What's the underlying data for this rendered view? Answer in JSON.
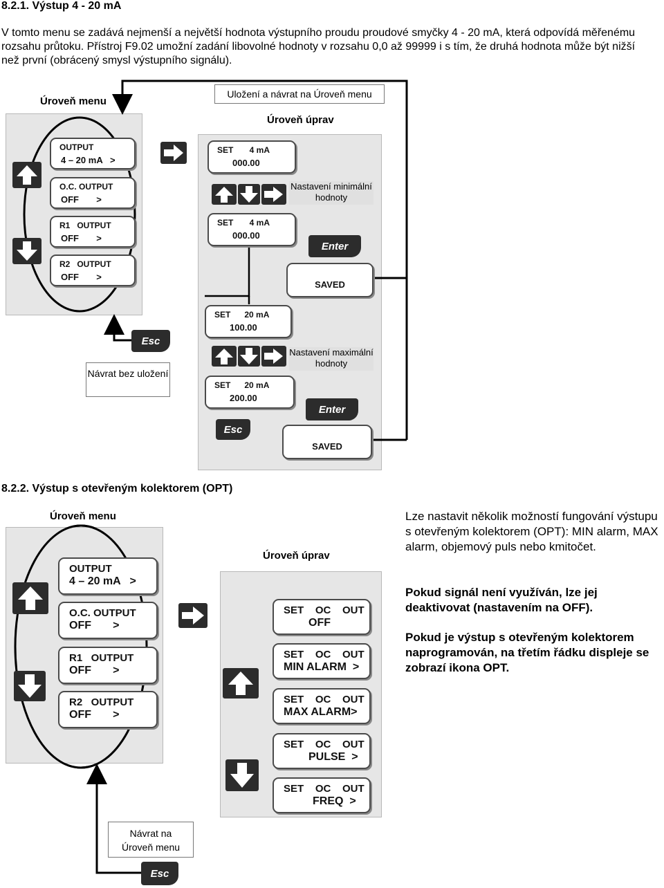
{
  "section1": {
    "heading": "8.2.1. Výstup 4 - 20 mA",
    "paragraph": "V tomto menu se zadává nejmenší a největší hodnota výstupního proudu proudové smyčky 4 - 20 mA, která odpovídá měřenému rozsahu průtoku. Přístroj F9.02 umožní zadání libovolné hodnoty v rozsahu 0,0 až 99999 i s tím, že druhá hodnota může být nižší než první (obrácený smysl výstupního signálu).",
    "menu_level": "Úroveň menu",
    "save_return": "Uložení a návrat na Úroveň menu",
    "edit_level": "Úroveň úprav",
    "menu_items": [
      {
        "l1": "OUTPUT",
        "l2": "4 – 20 mA   >"
      },
      {
        "l1": "O.C. OUTPUT",
        "l2": "OFF       >"
      },
      {
        "l1": "R1   OUTPUT",
        "l2": "OFF       >"
      },
      {
        "l1": "R2   OUTPUT",
        "l2": "OFF       >"
      }
    ],
    "set_displays": [
      {
        "l1": "SET       4 mA",
        "l2": "000.00"
      },
      {
        "l1": "SET       4 mA",
        "l2": "000.00"
      },
      {
        "l1": "SET      20 mA",
        "l2": "100.00"
      },
      {
        "l1": "SET      20 mA",
        "l2": "200.00"
      }
    ],
    "saved": "SAVED",
    "min_note": "Nastavení minimální hodnoty",
    "max_note": "Nastavení maximální hodnoty",
    "exit_note": "Návrat bez uložení",
    "enter_key": "Enter",
    "esc_key": "Esc"
  },
  "section2": {
    "heading": "8.2.2. Výstup s otevřeným kolektorem (OPT)",
    "menu_level": "Úroveň menu",
    "edit_level": "Úroveň úprav",
    "menu_items": [
      {
        "l1": "OUTPUT",
        "l2": "4 – 20 mA   >"
      },
      {
        "l1": "O.C. OUTPUT",
        "l2": "OFF       >"
      },
      {
        "l1": "R1   OUTPUT",
        "l2": "OFF       >"
      },
      {
        "l1": "R2   OUTPUT",
        "l2": "OFF       >"
      }
    ],
    "options": [
      {
        "l1": "SET    OC    OUT",
        "l2": "OFF"
      },
      {
        "l1": "SET    OC    OUT",
        "l2": "MIN ALARM  >"
      },
      {
        "l1": "SET    OC    OUT",
        "l2": "MAX ALARM>"
      },
      {
        "l1": "SET    OC    OUT",
        "l2": "PULSE  >"
      },
      {
        "l1": "SET    OC    OUT",
        "l2": "FREQ  >"
      }
    ],
    "return_note_a": "Návrat na",
    "return_note_b": "Úroveň menu",
    "esc_key": "Esc",
    "text1": "Lze nastavit několik možností fungování výstupu s otevřeným kolektorem (OPT): MIN alarm, MAX alarm, objemový puls nebo kmitočet.",
    "text2": "Pokud signál není využíván, lze jej deaktivovat (nastavením na OFF).",
    "text3": "Pokud je výstup s otevřeným kolektorem naprogramován, na třetím řádku displeje se zobrazí ikona OPT."
  }
}
